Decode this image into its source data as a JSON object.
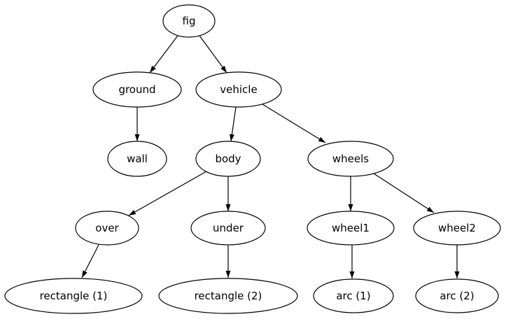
{
  "diagram": {
    "type": "directed-tree",
    "background_color": "#ffffff",
    "node_fill_color": "#ffffff",
    "line_color": "#000000",
    "nodes": [
      {
        "id": "fig",
        "label": "fig"
      },
      {
        "id": "ground",
        "label": "ground"
      },
      {
        "id": "vehicle",
        "label": "vehicle"
      },
      {
        "id": "wall",
        "label": "wall"
      },
      {
        "id": "body",
        "label": "body"
      },
      {
        "id": "wheels",
        "label": "wheels"
      },
      {
        "id": "over",
        "label": "over"
      },
      {
        "id": "under",
        "label": "under"
      },
      {
        "id": "wheel1",
        "label": "wheel1"
      },
      {
        "id": "wheel2",
        "label": "wheel2"
      },
      {
        "id": "rect1",
        "label": "rectangle (1)"
      },
      {
        "id": "rect2",
        "label": "rectangle (2)"
      },
      {
        "id": "arc1",
        "label": "arc (1)"
      },
      {
        "id": "arc2",
        "label": "arc (2)"
      }
    ],
    "edges": [
      {
        "from": "fig",
        "to": "ground"
      },
      {
        "from": "fig",
        "to": "vehicle"
      },
      {
        "from": "ground",
        "to": "wall"
      },
      {
        "from": "vehicle",
        "to": "body"
      },
      {
        "from": "vehicle",
        "to": "wheels"
      },
      {
        "from": "body",
        "to": "over"
      },
      {
        "from": "body",
        "to": "under"
      },
      {
        "from": "wheels",
        "to": "wheel1"
      },
      {
        "from": "wheels",
        "to": "wheel2"
      },
      {
        "from": "over",
        "to": "rect1"
      },
      {
        "from": "under",
        "to": "rect2"
      },
      {
        "from": "wheel1",
        "to": "arc1"
      },
      {
        "from": "wheel2",
        "to": "arc2"
      }
    ]
  }
}
